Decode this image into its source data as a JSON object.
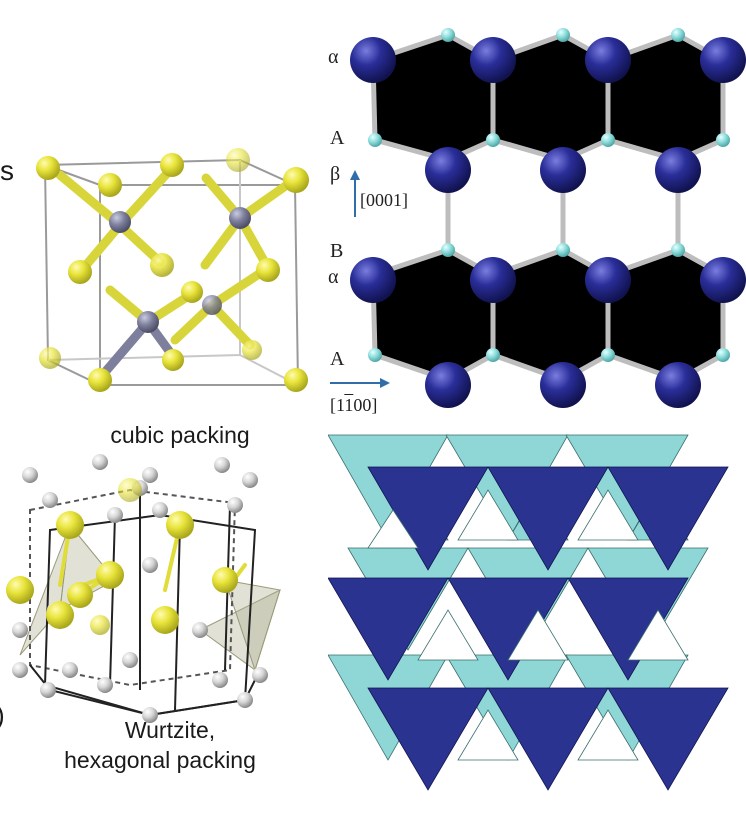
{
  "zincblende": {
    "caption": "cubic packing",
    "fragment": "s"
  },
  "wurtzite": {
    "caption_line1": "Wurtzite,",
    "caption_line2": "hexagonal packing",
    "fragment": ")"
  },
  "stacking": {
    "labels": [
      "α",
      "A",
      "β",
      "B",
      "α",
      "A"
    ],
    "dir_vertical": "[0001]",
    "dir_horizontal_pre": "[1",
    "dir_horizontal_bar": "1",
    "dir_horizontal_post": "00]"
  },
  "colors": {
    "anion_yellow": "#e4e03a",
    "cation_grey": "#7e7f9c",
    "big_blue": "#262a8f",
    "small_cyan": "#8fdedd",
    "tet_dark": "#2b3390",
    "tet_light": "#8fd7d6",
    "arrow_blue": "#2f6ea8"
  }
}
